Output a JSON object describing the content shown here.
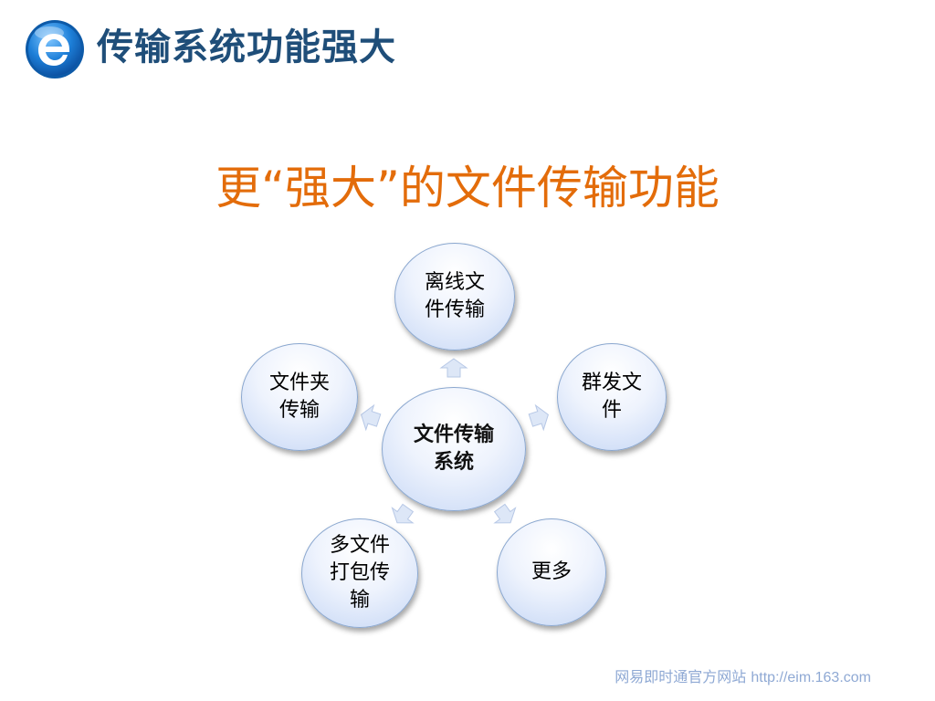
{
  "header": {
    "title": "传输系统功能强大",
    "logo_icon": "eim-logo-icon"
  },
  "subtitle": "更“强大”的文件传输功能",
  "diagram": {
    "center": {
      "label": [
        "文件传输",
        "系统"
      ]
    },
    "nodes": [
      {
        "id": "offline",
        "label": [
          "离线文",
          "件传输"
        ]
      },
      {
        "id": "group-send",
        "label": [
          "群发文",
          "件"
        ]
      },
      {
        "id": "more",
        "label": [
          "更多"
        ]
      },
      {
        "id": "multi-pack",
        "label": [
          "多文件",
          "打包传",
          "输"
        ]
      },
      {
        "id": "folder",
        "label": [
          "文件夹",
          "传输"
        ]
      }
    ]
  },
  "footer": {
    "text": "网易即时通官方网站",
    "url": "http://eim.163.com"
  },
  "colors": {
    "title": "#1f4e79",
    "subtitle": "#e36c0a",
    "node_border": "#8aa7cf",
    "node_fill": "#c6d7f5",
    "arrow": "#dde7f7",
    "footer": "#8fa9d4"
  }
}
